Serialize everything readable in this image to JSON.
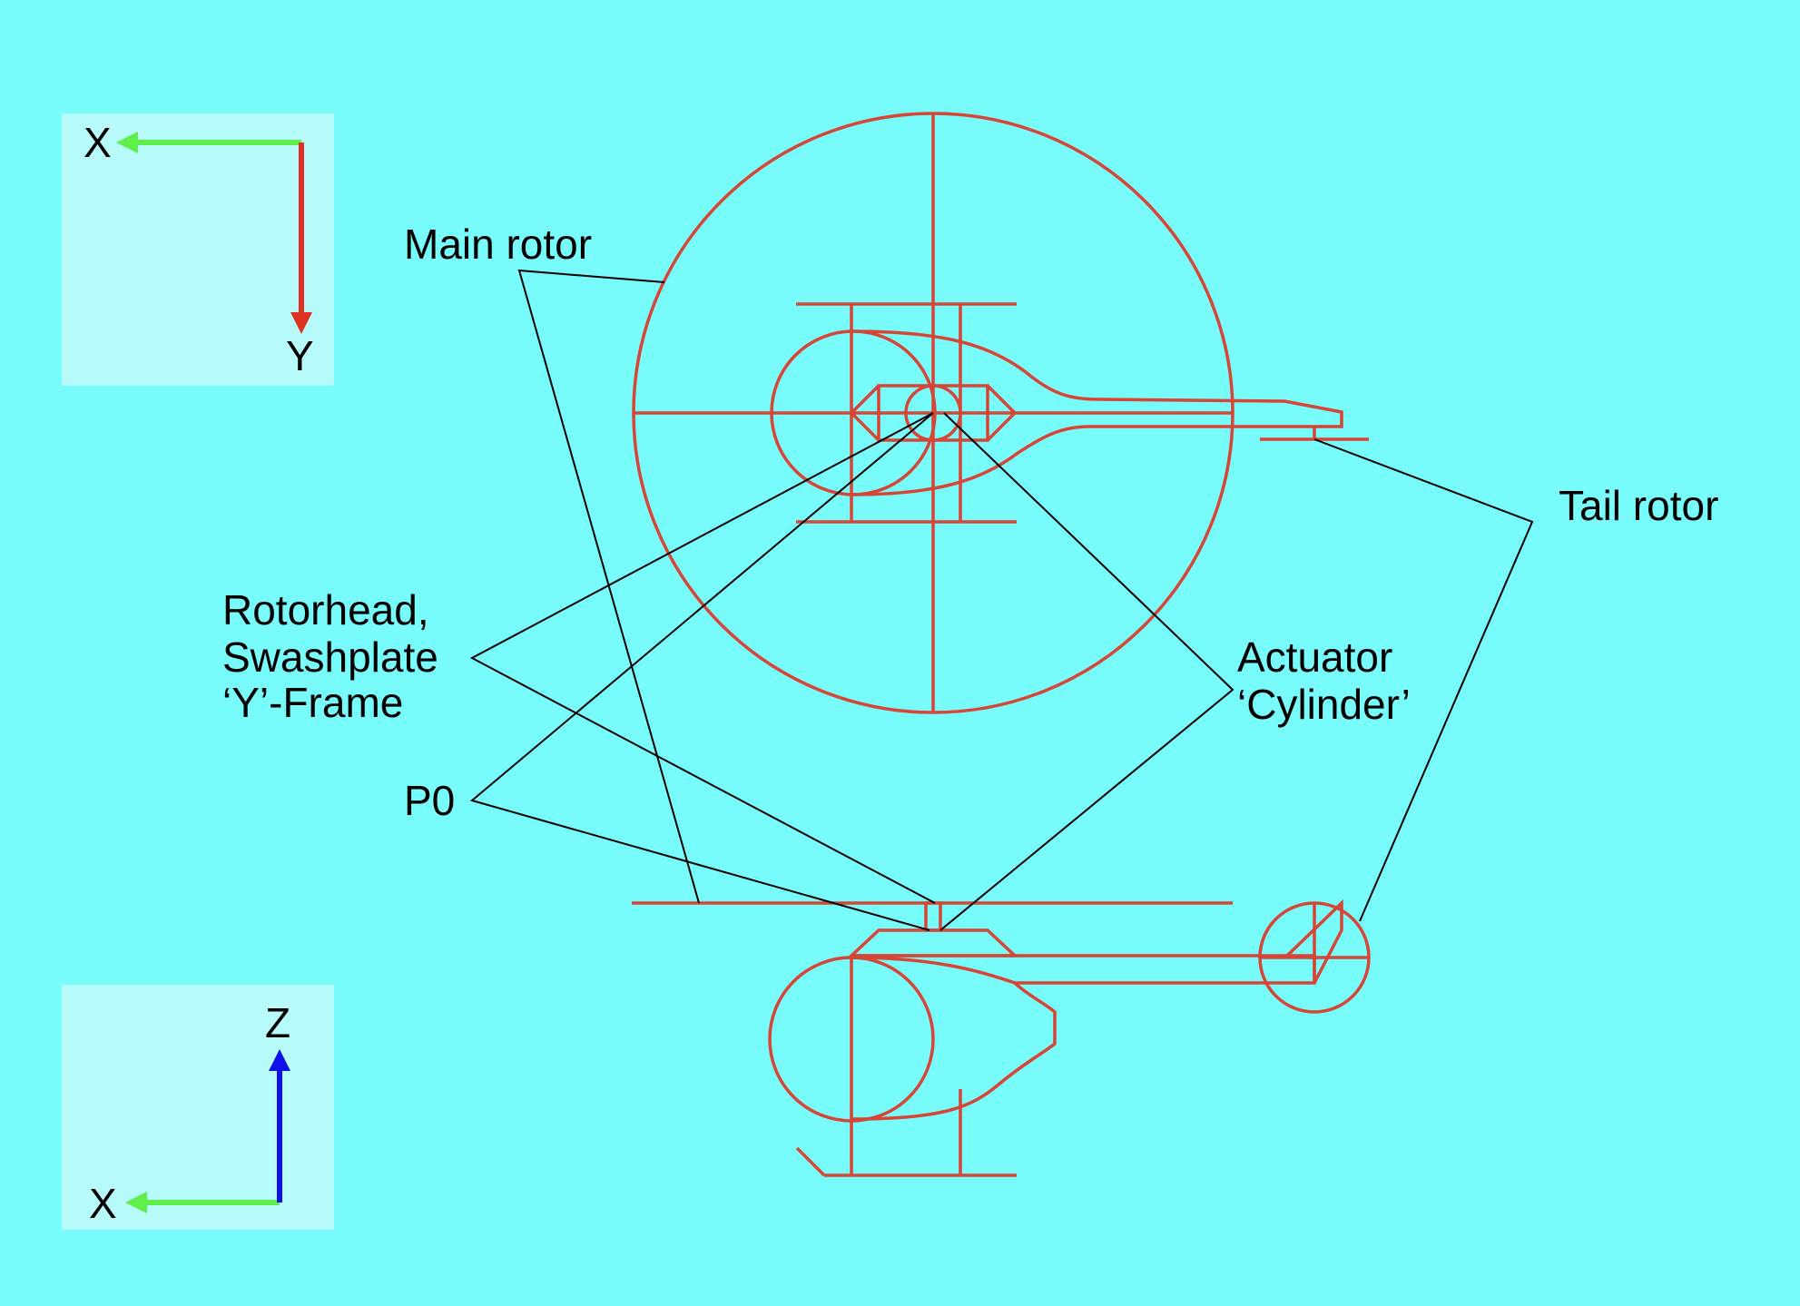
{
  "colors": {
    "background": "#78fbfb",
    "axis_panel": "#b8fbfb",
    "drawing": "#d64535",
    "leader": "#000000",
    "x_axis": "#5fef4a",
    "y_axis": "#e03020",
    "z_axis": "#1010e8"
  },
  "axes_top": {
    "horizontal": "X",
    "vertical": "Y"
  },
  "axes_bottom": {
    "horizontal": "X",
    "vertical": "Z"
  },
  "labels": {
    "main_rotor": "Main rotor",
    "tail_rotor": "Tail rotor",
    "rotorhead": [
      "Rotorhead,",
      "Swashplate",
      "‘Y’-Frame"
    ],
    "actuator": [
      "Actuator",
      "‘Cylinder’"
    ],
    "p0": "P0"
  }
}
